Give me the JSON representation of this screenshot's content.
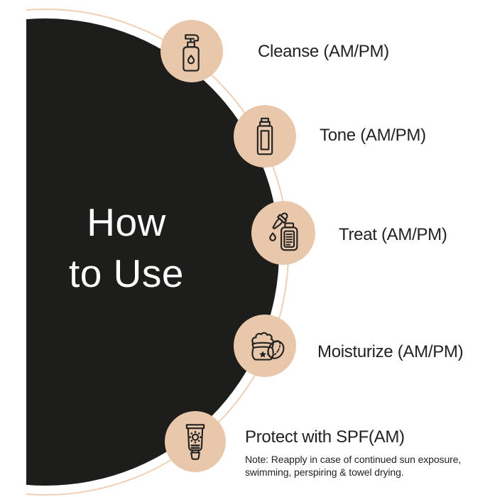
{
  "title": {
    "line1": "How",
    "line2": "to Use"
  },
  "steps": [
    {
      "label": "Cleanse (AM/PM)",
      "icon": "pump-bottle-icon"
    },
    {
      "label": "Tone (AM/PM)",
      "icon": "toner-bottle-icon"
    },
    {
      "label": "Treat (AM/PM)",
      "icon": "dropper-bottle-icon"
    },
    {
      "label": "Moisturize (AM/PM)",
      "icon": "cream-jar-icon"
    },
    {
      "label": "Protect with SPF(AM)",
      "icon": "sunscreen-tube-icon",
      "note_lines": [
        "Note: Reapply in case of continued sun exposure,",
        "swimming, perspiring & towel drying."
      ]
    }
  ],
  "colors": {
    "background": "#ffffff",
    "circle": "#1d1d1b",
    "icon_bg": "#e9c7ab",
    "ring": "#eed1b5",
    "text": "#222220",
    "title_text": "#ffffff"
  }
}
